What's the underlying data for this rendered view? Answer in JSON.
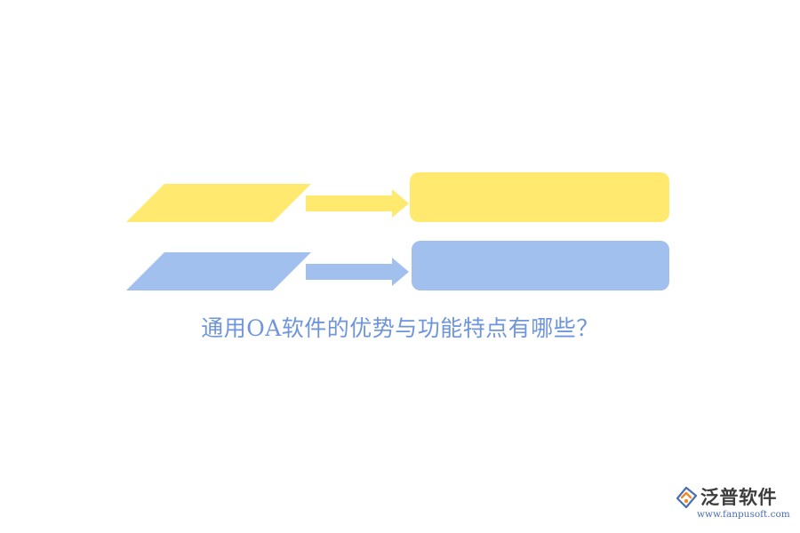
{
  "title": "通用OA软件的优势与功能特点有哪些？",
  "colors": {
    "yellow": "#ffe96e",
    "blue": "#a1c0ee",
    "title_text": "#6f95dc",
    "logo_text": "#3d3d3d",
    "logo_url": "#4a6fb3",
    "logo_accent": "#f08a28"
  },
  "rows": [
    {
      "color": "yellow"
    },
    {
      "color": "blue"
    }
  ],
  "logo": {
    "name": "泛普软件",
    "url": "www.fanpusoft.com",
    "icon": "fanpu-logo-icon"
  }
}
